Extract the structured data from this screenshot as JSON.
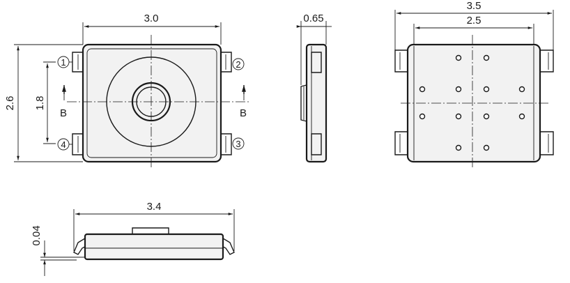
{
  "top_view": {
    "dim_width": "3.0",
    "dim_height_outer": "2.6",
    "dim_pin_pitch": "1.8",
    "section_left": "B",
    "section_right": "B",
    "pins": [
      "1",
      "2",
      "3",
      "4"
    ]
  },
  "side_view": {
    "dim_thickness": "0.65"
  },
  "bottom_view": {
    "dim_outer": "3.5",
    "dim_inner": "2.5"
  },
  "front_view": {
    "dim_length": "3.4",
    "dim_offset": "0.04"
  }
}
